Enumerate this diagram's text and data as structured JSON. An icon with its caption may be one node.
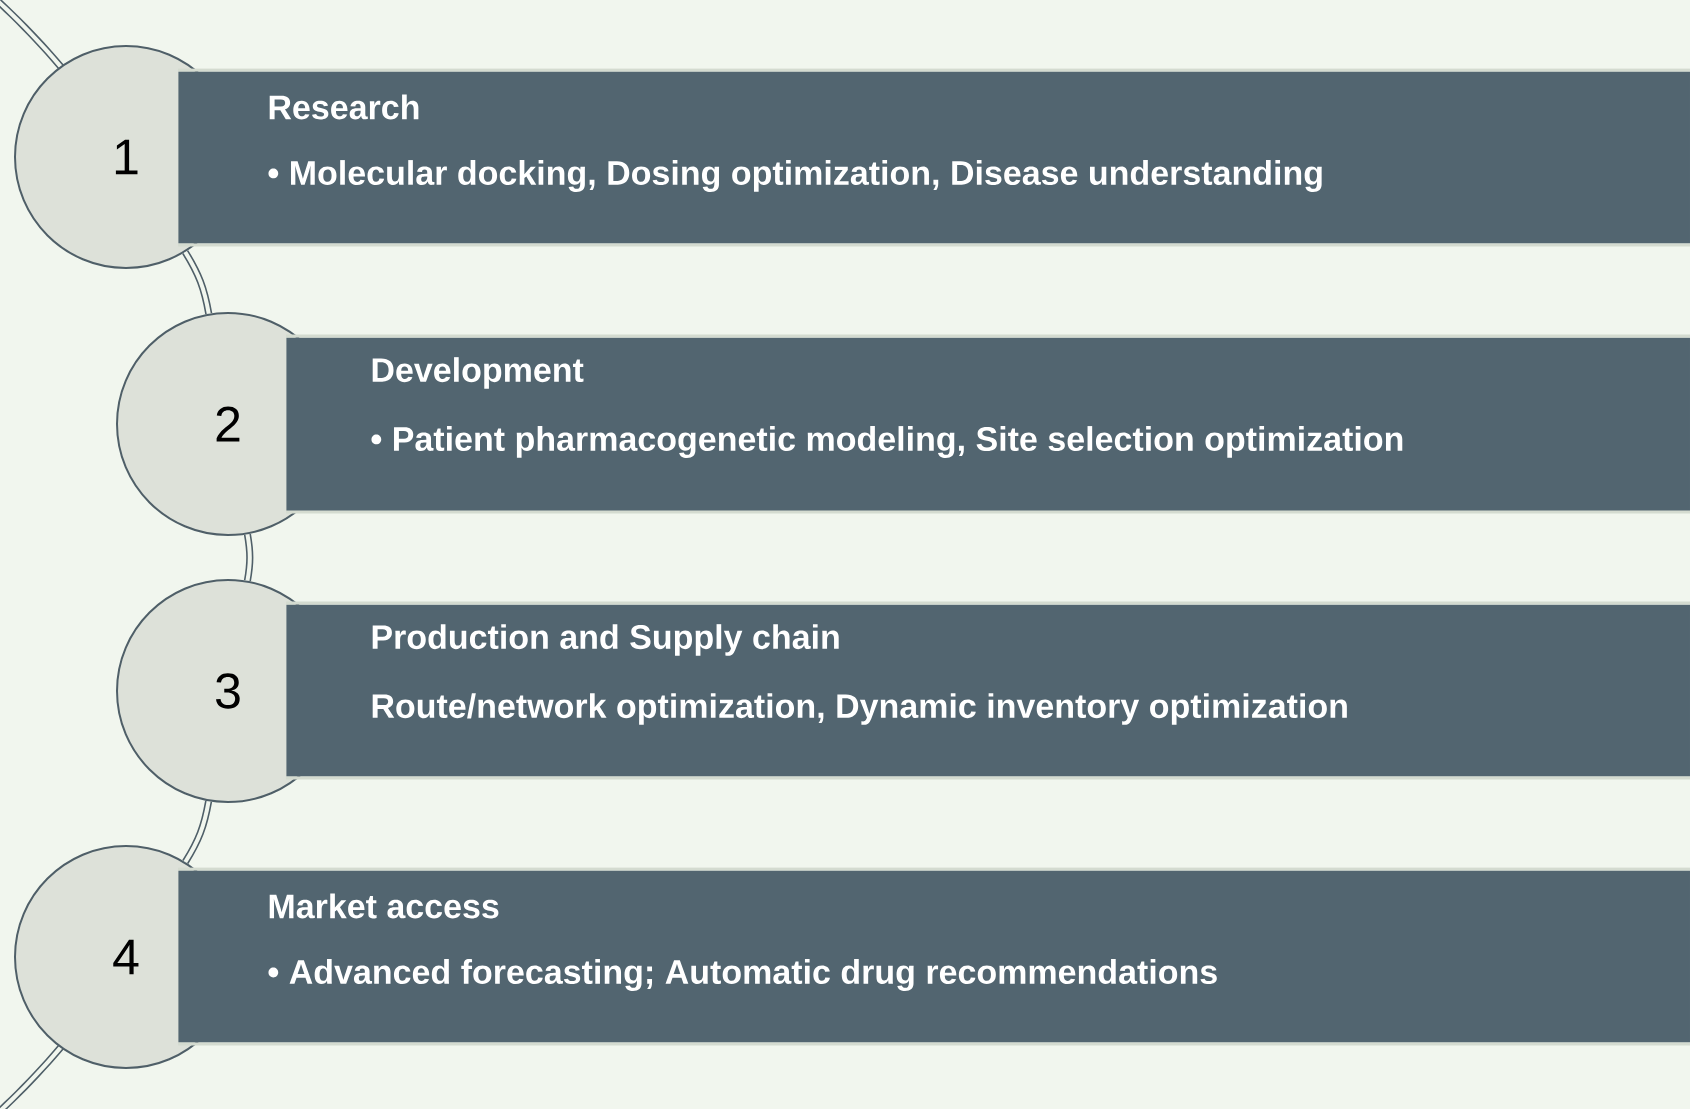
{
  "diagram": {
    "nodes": [
      {
        "text": [
          "1"
        ]
      },
      {
        "text": [
          "Research",
          "• Molecular docking,  Dosing optimization, Disease understanding"
        ]
      },
      {
        "text": [
          "2"
        ]
      },
      {
        "text": [
          "Development",
          "• Patient pharmacogenetic modeling,  Site selection optimization"
        ]
      },
      {
        "text": [
          "3"
        ]
      },
      {
        "text": [
          "Production and Supply chain",
          "Route/network optimization, Dynamic inventory optimization"
        ]
      },
      {
        "text": [
          "4"
        ]
      },
      {
        "text": [
          "Market access",
          "• Advanced forecasting; Automatic drug recommendations"
        ]
      }
    ],
    "edges": [
      {
        "from": 0,
        "to": 2,
        "arrow": "none"
      },
      {
        "from": 2,
        "to": 4,
        "arrow": "none"
      },
      {
        "from": 4,
        "to": 6,
        "arrow": "none"
      }
    ]
  }
}
